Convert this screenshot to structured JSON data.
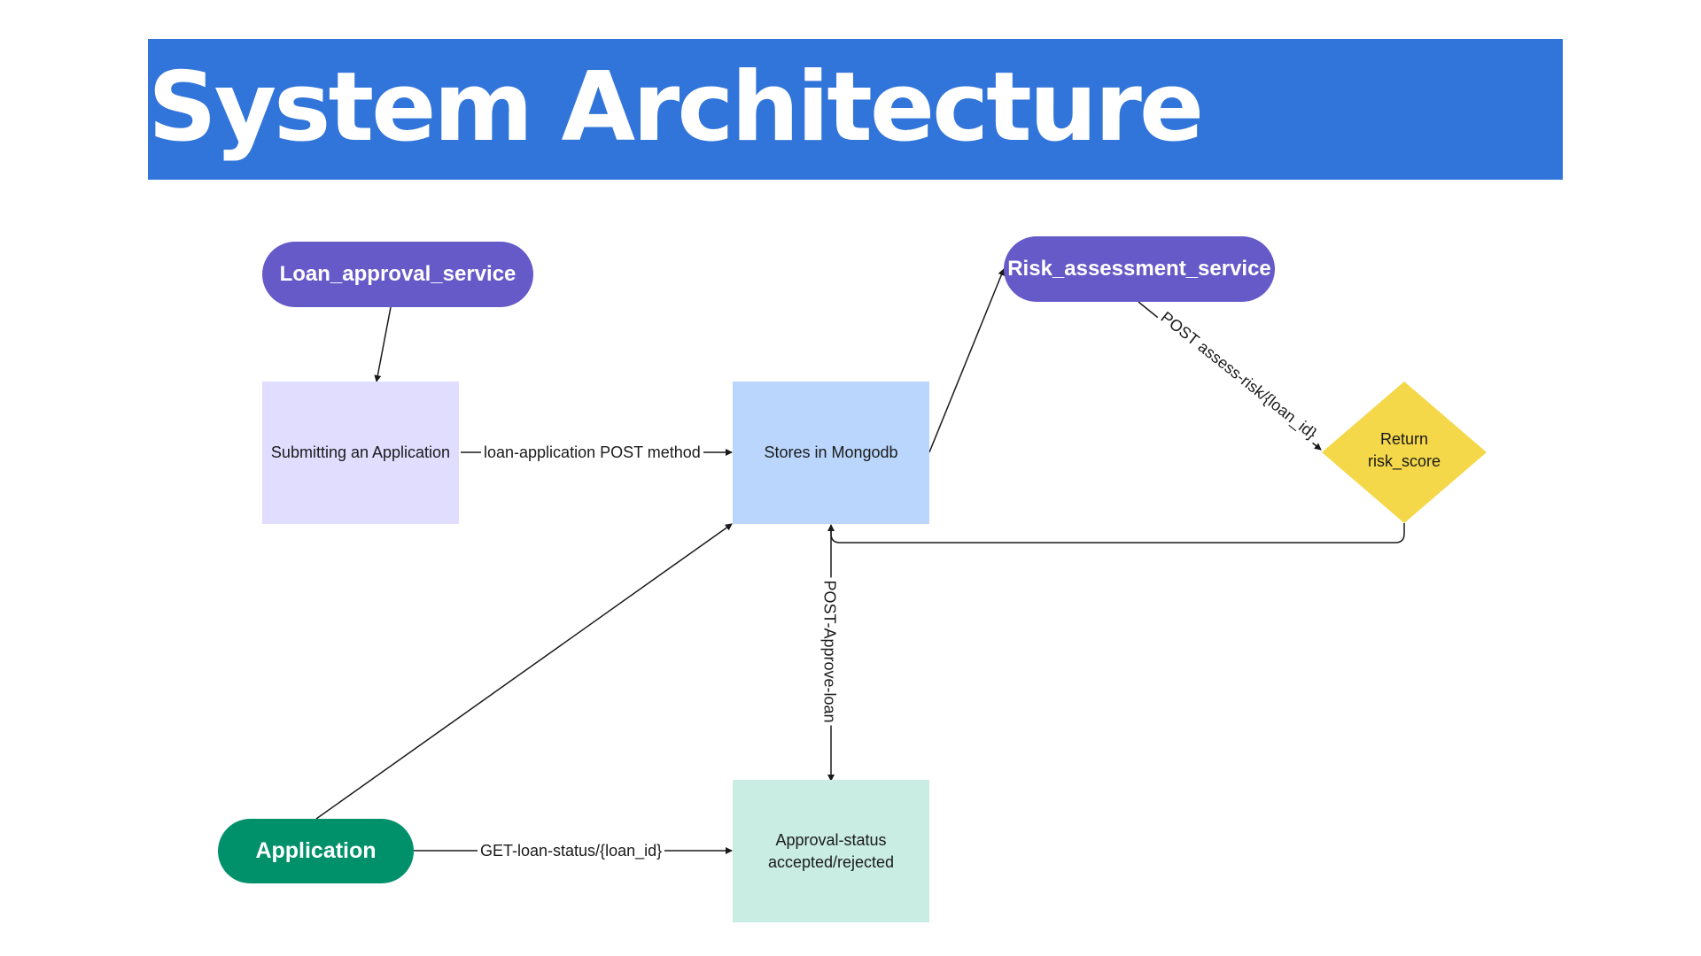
{
  "header": {
    "title": "System Architecture"
  },
  "nodes": {
    "loan_service": "Loan_approval_service",
    "risk_service": "Risk_assessment_service",
    "application": "Application",
    "submitting": "Submitting an Application",
    "stores": "Stores in Mongodb",
    "return_line1": "Return",
    "return_line2": "risk_score",
    "approval_line1": "Approval-status",
    "approval_line2": "accepted/rejected"
  },
  "edges": {
    "loan_application": "loan-application POST method",
    "assess_risk": "POST assess-risk/{loan_id}",
    "approve_loan": "POST-Approve-loan",
    "loan_status": "GET-loan-status/{loan_id}"
  },
  "colors": {
    "title_bar": "#3275DA",
    "service_pill": "#655AC8",
    "application_pill": "#00916B",
    "submit_box": "#E0DDFF",
    "store_box": "#BAD6FD",
    "approval_box": "#C9ECE3",
    "decision_diamond": "#F4D84A"
  }
}
